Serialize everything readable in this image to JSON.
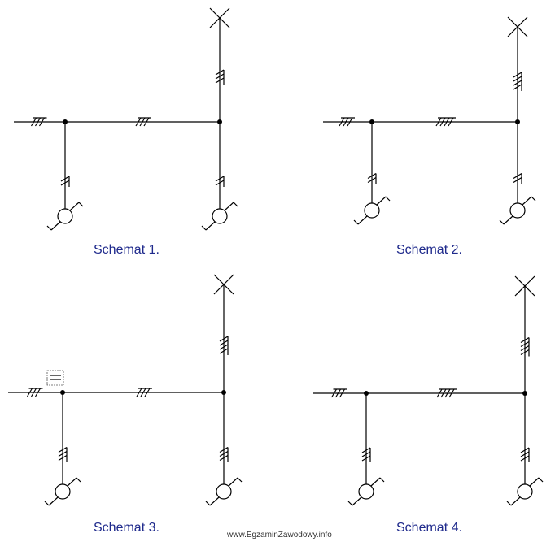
{
  "schematics": [
    {
      "caption": "Schemat 1.",
      "marks": {
        "feed": 3,
        "run": 3,
        "left_drop": 2,
        "right_drop": 2,
        "up": 3
      }
    },
    {
      "caption": "Schemat 2.",
      "marks": {
        "feed": 3,
        "run": 4,
        "left_drop": 2,
        "right_drop": 2,
        "up": 4
      }
    },
    {
      "caption": "Schemat 3.",
      "marks": {
        "feed": 3,
        "run": 3,
        "left_drop": 3,
        "right_drop": 3,
        "up": 4
      }
    },
    {
      "caption": "Schemat 4.",
      "marks": {
        "feed": 3,
        "run": 4,
        "left_drop": 3,
        "right_drop": 3,
        "up": 4
      }
    }
  ],
  "watermark": "www.EgzaminZawodowy.info",
  "colors": {
    "line": "#000000",
    "caption": "#1f2a8c"
  }
}
